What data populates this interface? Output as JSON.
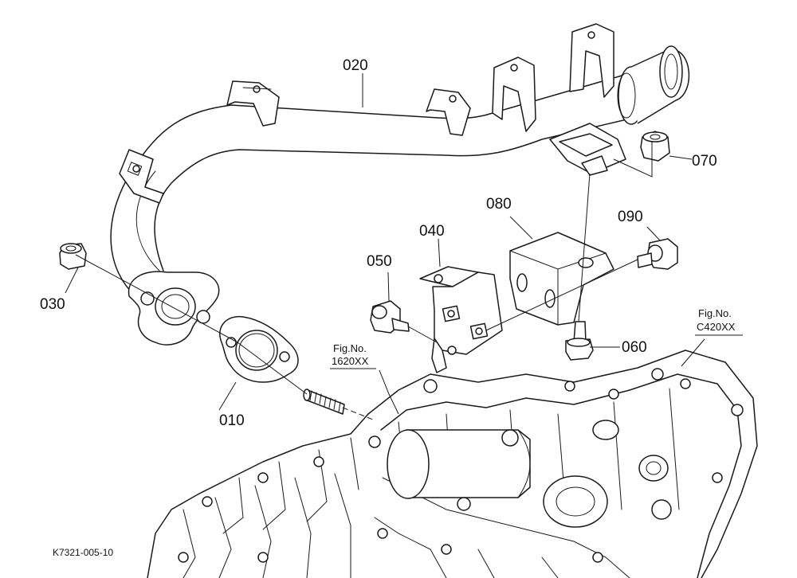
{
  "parts": [
    {
      "id": "p010",
      "number": "010"
    },
    {
      "id": "p020",
      "number": "020"
    },
    {
      "id": "p030",
      "number": "030"
    },
    {
      "id": "p040",
      "number": "040"
    },
    {
      "id": "p050",
      "number": "050"
    },
    {
      "id": "p060",
      "number": "060"
    },
    {
      "id": "p070",
      "number": "070"
    },
    {
      "id": "p080",
      "number": "080"
    },
    {
      "id": "p090",
      "number": "090"
    }
  ],
  "figure_refs": [
    {
      "label": "Fig.No.",
      "number": "1620XX"
    },
    {
      "label": "Fig.No.",
      "number": "C420XX"
    }
  ],
  "drawing_code": "K7321-005-10"
}
